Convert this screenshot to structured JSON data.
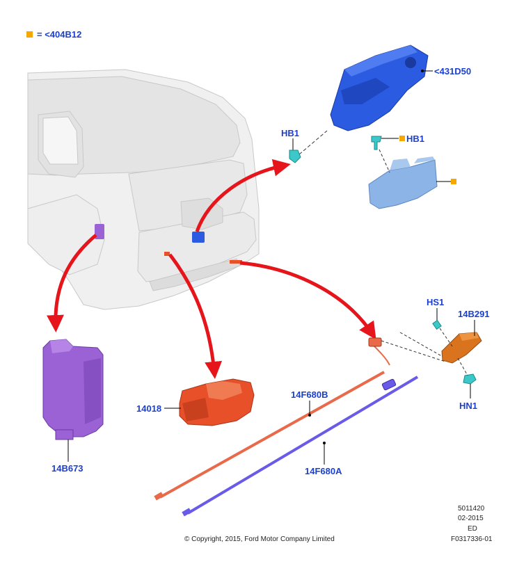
{
  "legend": {
    "symbol_color": "#f5a800",
    "text": "= <404B12"
  },
  "callouts": {
    "actuator": "<431D50",
    "hb1_top": "HB1",
    "hb1_right": "HB1",
    "hs1": "HS1",
    "hn1": "HN1",
    "part_14b291": "14B291",
    "part_14018": "14018",
    "part_14f680b": "14F680B",
    "part_14f680a": "14F680A",
    "part_14b673": "14B673"
  },
  "footer": {
    "copyright": "© Copyright, 2015, Ford Motor Company Limited",
    "code": "5011420",
    "date": "02-2015",
    "ed": "ED",
    "ref": "F0317336-01"
  },
  "colors": {
    "label_blue": "#1b3fd0",
    "actuator_blue": "#2a5be0",
    "motor_red": "#e8502a",
    "cable_red": "#e86a4a",
    "cable_blue": "#6a5ae8",
    "module_purple": "#9b62d6",
    "bracket_blue": "#8cb4e6",
    "latch_orange": "#d9731e",
    "clip_teal": "#3cc8c8",
    "arrow_red": "#e6151b"
  }
}
